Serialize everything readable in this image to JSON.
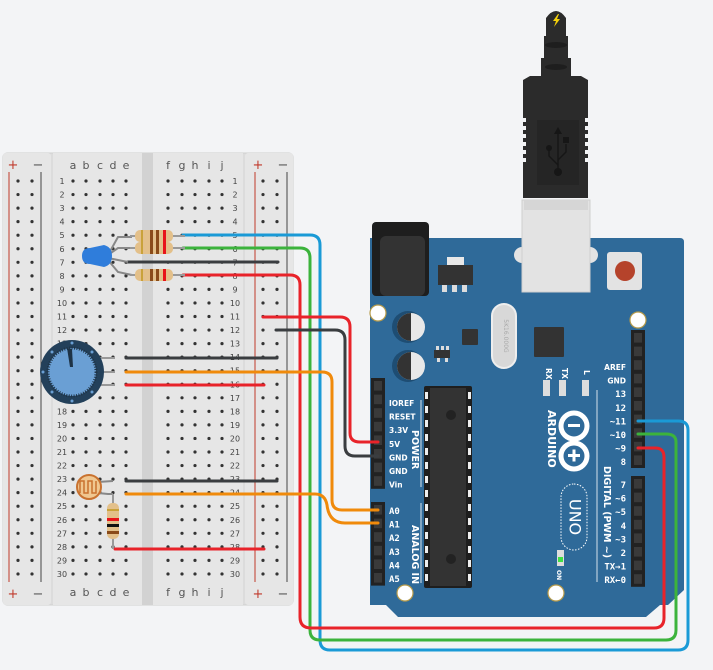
{
  "diagram": {
    "type": "circuit",
    "breadboard": {
      "column_labels_left": [
        "a",
        "b",
        "c",
        "d",
        "e"
      ],
      "column_labels_right": [
        "f",
        "g",
        "h",
        "i",
        "j"
      ],
      "rows": 30,
      "rail_plus_symbol": "+",
      "rail_minus_symbol": "−"
    },
    "components": [
      {
        "id": "led",
        "name": "RGB LED",
        "color": "#2f7ddb"
      },
      {
        "id": "r1",
        "name": "Resistor",
        "bands": [
          "#8a4b1a",
          "#8a4b1a",
          "#e8141a"
        ]
      },
      {
        "id": "r2",
        "name": "Resistor",
        "bands": [
          "#8a4b1a",
          "#8a4b1a",
          "#e8141a"
        ]
      },
      {
        "id": "r3",
        "name": "Resistor",
        "bands": [
          "#8a4b1a",
          "#8a4b1a",
          "#e8141a"
        ]
      },
      {
        "id": "pot",
        "name": "Potentiometer",
        "color": "#6a9fd4"
      },
      {
        "id": "ldr",
        "name": "Photoresistor",
        "color": "#c9722f"
      },
      {
        "id": "r4",
        "name": "Resistor",
        "bands": [
          "#e8141a",
          "#111111",
          "#8a4b1a"
        ]
      }
    ],
    "arduino": {
      "brand": "ARDUINO",
      "model": "UNO",
      "crystal_label": "5K16.000G",
      "led_labels": {
        "rx": "RX",
        "tx": "TX",
        "l": "L",
        "on": "ON"
      },
      "power_header_title": "POWER",
      "power_pins": [
        "IOREF",
        "RESET",
        "3.3V",
        "5V",
        "GND",
        "GND",
        "Vin"
      ],
      "analog_header_title": "ANALOG IN",
      "analog_pins": [
        "A0",
        "A1",
        "A2",
        "A3",
        "A4",
        "A5"
      ],
      "digital_header_title": "DIGITAL (PWM ~)",
      "digital_pins_top": [
        "AREF",
        "GND",
        "13",
        "12",
        "~11",
        "~10",
        "~9",
        "8"
      ],
      "digital_pins_bottom": [
        "7",
        "~6",
        "~5",
        "4",
        "~3",
        "2",
        "TX→1",
        "RX←0"
      ]
    },
    "wires": [
      {
        "from": "breadboard j5",
        "to": "~11",
        "color": "#1a9ad6"
      },
      {
        "from": "breadboard j6",
        "to": "~10",
        "color": "#3cb33c"
      },
      {
        "from": "breadboard j7",
        "to": "GND rail",
        "color": "#3a3d40"
      },
      {
        "from": "breadboard j8",
        "to": "~9",
        "color": "#e8232a"
      },
      {
        "from": "+ rail row 11",
        "to": "5V",
        "color": "#e8232a"
      },
      {
        "from": "- rail row 12",
        "to": "GND",
        "color": "#3a3d40"
      },
      {
        "from": "row 14",
        "to": "GND rail",
        "color": "#3a3d40"
      },
      {
        "from": "row 15",
        "to": "A0",
        "color": "#f08a0b"
      },
      {
        "from": "row 16",
        "to": "+ rail",
        "color": "#e8232a"
      },
      {
        "from": "row 23",
        "to": "GND rail",
        "color": "#3a3d40"
      },
      {
        "from": "row 24",
        "to": "A1",
        "color": "#f08a0b"
      },
      {
        "from": "row 28",
        "to": "+ rail",
        "color": "#e8232a"
      }
    ],
    "colors": {
      "board_blue": "#2f6a99",
      "usb_black": "#2b2b2b",
      "breadboard": "#e4e4e4",
      "rail_red": "#c0392b",
      "bolt_yellow": "#f5d10a"
    }
  }
}
